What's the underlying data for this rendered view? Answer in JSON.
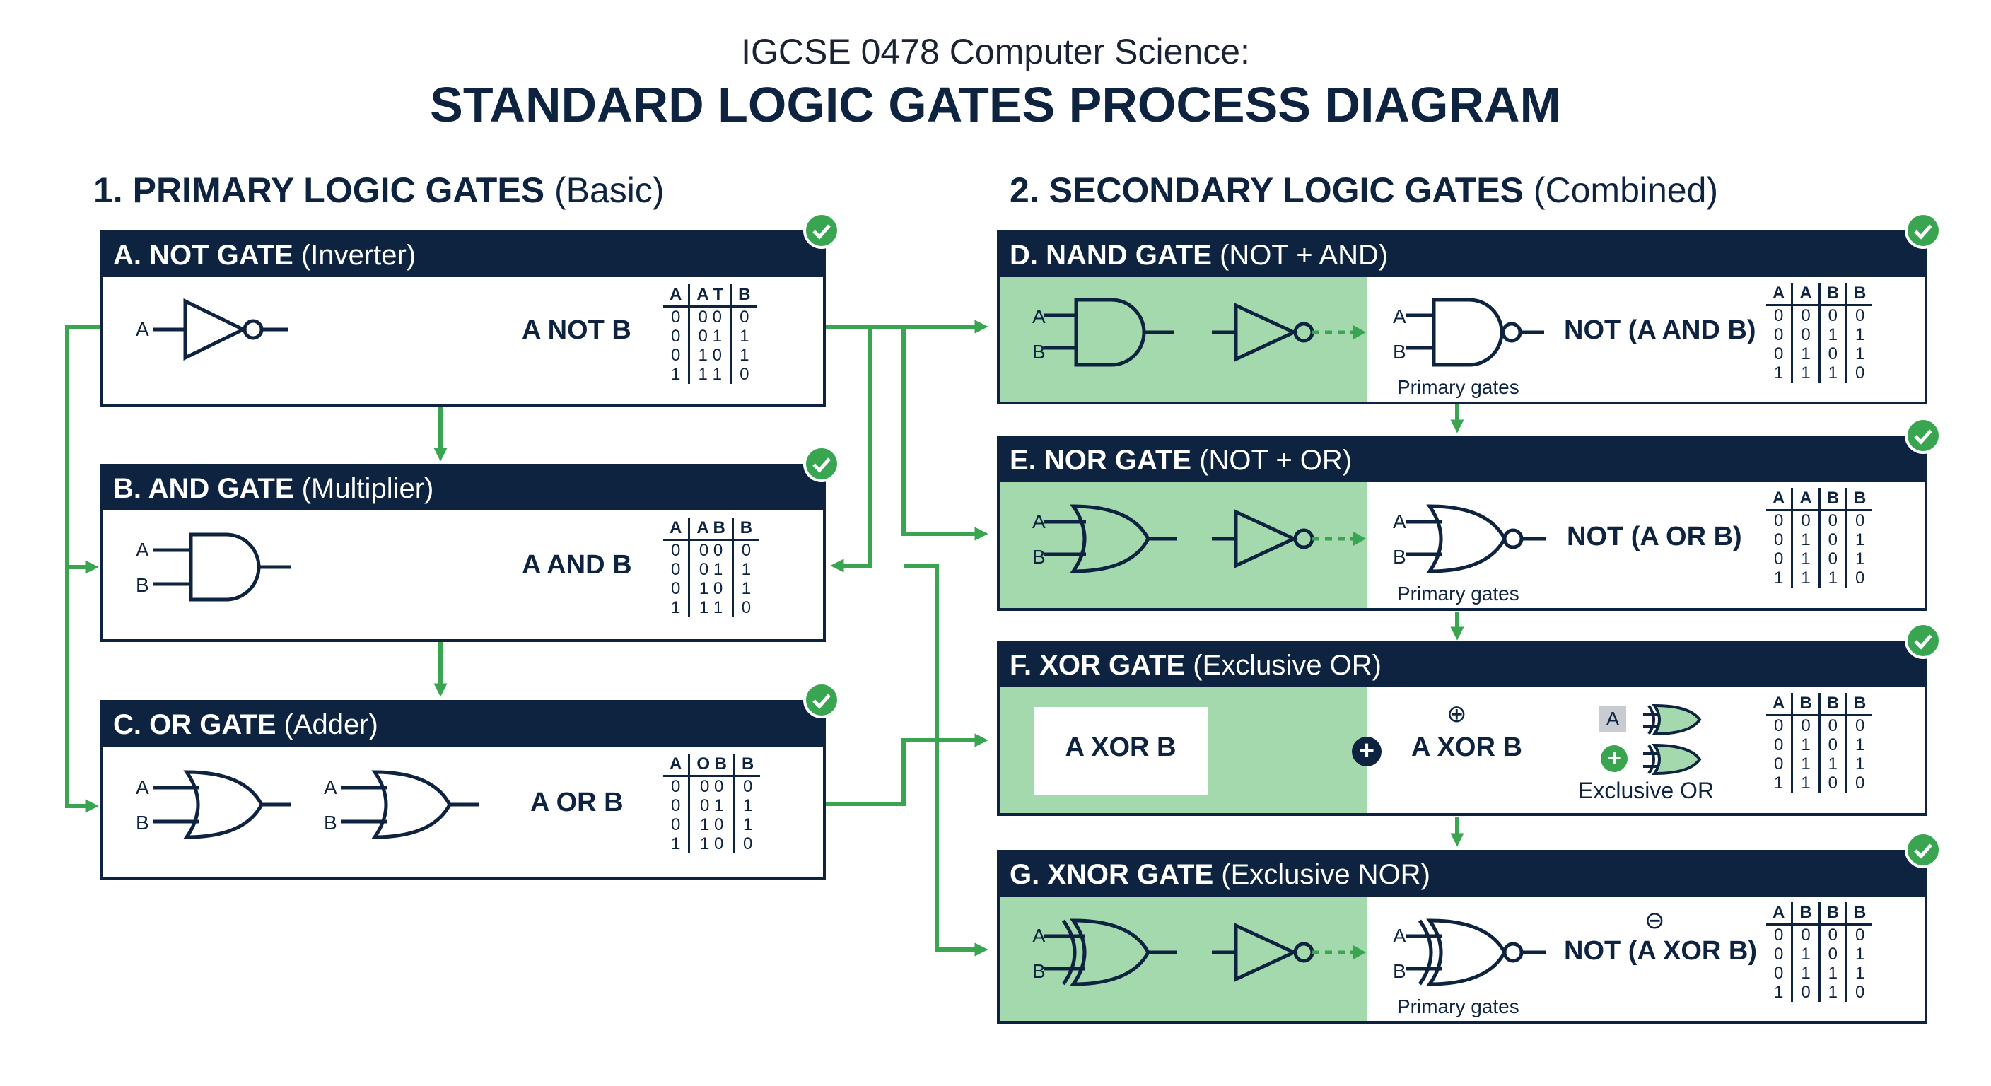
{
  "title": {
    "subtitle": "IGCSE 0478 Computer Science:",
    "main": "STANDARD LOGIC GATES PROCESS DIAGRAM"
  },
  "sections": {
    "primary": {
      "bold": "1. PRIMARY LOGIC GATES",
      "paren": "(Basic)"
    },
    "secondary": {
      "bold": "2. SECONDARY LOGIC GATES",
      "paren": "(Combined)"
    }
  },
  "colors": {
    "navy": "#0d2340",
    "green": "#3aa551",
    "light_green": "#a3d9ad"
  },
  "icons": {
    "check": "checkmark-circle-icon",
    "plus": "plus-circle-icon",
    "xor_symbol": "circled-plus-symbol",
    "xnor_symbol": "circled-minus-symbol"
  },
  "panels": {
    "not": {
      "title": "A. NOT GATE",
      "subtitle": "(Inverter)",
      "expression": "A NOT B",
      "pin_a": "A",
      "table": {
        "headers": [
          "A",
          "A T",
          "B"
        ],
        "rows": [
          [
            "0",
            "0 0",
            "0"
          ],
          [
            "0",
            "0 1",
            "1"
          ],
          [
            "0",
            "1 0",
            "1"
          ],
          [
            "1",
            "1 1",
            "0"
          ]
        ]
      }
    },
    "and": {
      "title": "B. AND GATE",
      "subtitle": "(Multiplier)",
      "expression": "A AND B",
      "pin_a": "A",
      "pin_b": "B",
      "table": {
        "headers": [
          "A",
          "A B",
          "B"
        ],
        "rows": [
          [
            "0",
            "0 0",
            "0"
          ],
          [
            "0",
            "0 1",
            "1"
          ],
          [
            "0",
            "1 0",
            "1"
          ],
          [
            "1",
            "1 1",
            "0"
          ]
        ]
      }
    },
    "or": {
      "title": "C. OR GATE",
      "subtitle": "(Adder)",
      "expression": "A OR B",
      "pin_a": "A",
      "pin_b": "B",
      "pin_a2": "A",
      "pin_b2": "B",
      "table": {
        "headers": [
          "A",
          "O B",
          "B"
        ],
        "rows": [
          [
            "0",
            "0 0",
            "0"
          ],
          [
            "0",
            "0 1",
            "1"
          ],
          [
            "0",
            "1 0",
            "1"
          ],
          [
            "1",
            "1 0",
            "0"
          ]
        ]
      }
    },
    "nand": {
      "title": "D. NAND GATE",
      "subtitle": "(NOT + AND)",
      "expression": "NOT (A AND B)",
      "note": "Primary gates",
      "pin_a": "A",
      "pin_b": "B",
      "pin_a2": "A",
      "pin_b2": "B",
      "table": {
        "headers": [
          "A",
          "A",
          "B",
          "B"
        ],
        "rows": [
          [
            "0",
            "0",
            "0",
            "0"
          ],
          [
            "0",
            "0",
            "1",
            "1"
          ],
          [
            "0",
            "1",
            "0",
            "1"
          ],
          [
            "1",
            "1",
            "1",
            "0"
          ]
        ]
      }
    },
    "nor": {
      "title": "E. NOR GATE",
      "subtitle": "(NOT + OR)",
      "expression": "NOT (A OR B)",
      "note": "Primary gates",
      "pin_a": "A",
      "pin_b": "B",
      "pin_a2": "A",
      "pin_b2": "B",
      "table": {
        "headers": [
          "A",
          "A",
          "B",
          "B"
        ],
        "rows": [
          [
            "0",
            "0",
            "0",
            "0"
          ],
          [
            "0",
            "1",
            "0",
            "1"
          ],
          [
            "0",
            "1",
            "0",
            "1"
          ],
          [
            "1",
            "1",
            "1",
            "0"
          ]
        ]
      }
    },
    "xor": {
      "title": "F. XOR GATE",
      "subtitle": "(Exclusive OR)",
      "box_label": "A XOR B",
      "expression": "A XOR B",
      "symbol": "⊕",
      "plus": "+",
      "label_a": "A",
      "note": "Exclusive OR",
      "table": {
        "headers": [
          "A",
          "B",
          "B",
          "B"
        ],
        "rows": [
          [
            "0",
            "0",
            "0",
            "0"
          ],
          [
            "0",
            "1",
            "0",
            "1"
          ],
          [
            "0",
            "1",
            "1",
            "1"
          ],
          [
            "1",
            "1",
            "0",
            "0"
          ]
        ]
      }
    },
    "xnor": {
      "title": "G. XNOR GATE",
      "subtitle": "(Exclusive NOR)",
      "expression": "NOT (A XOR B)",
      "symbol": "⊖",
      "note": "Primary gates",
      "pin_a": "A",
      "pin_b": "B",
      "pin_a2": "A",
      "pin_b2": "B",
      "table": {
        "headers": [
          "A",
          "B",
          "B",
          "B"
        ],
        "rows": [
          [
            "0",
            "0",
            "0",
            "0"
          ],
          [
            "0",
            "1",
            "0",
            "1"
          ],
          [
            "0",
            "1",
            "1",
            "1"
          ],
          [
            "1",
            "0",
            "1",
            "0"
          ]
        ]
      }
    }
  }
}
